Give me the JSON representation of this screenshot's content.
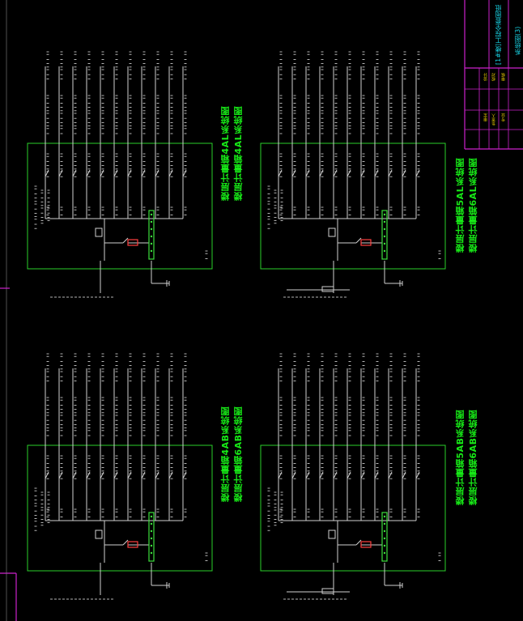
{
  "captions": {
    "tl_1": "楼层计量箱4AL系统图",
    "tl_2": "楼层计量箱4AL系统图",
    "tr_1": "楼层计量箱5AL系统图",
    "tr_2": "楼层计量箱6AL系统图",
    "bl_1": "楼层计量箱4AB系统图",
    "bl_2": "楼层计量箱6AB系统图",
    "br_1": "楼层计量箱5AB系统图",
    "br_2": "楼层计量箱6AB系统图"
  },
  "title_block": {
    "project": "[1#楼]工程全套图纸",
    "sheet": "系统图(3)",
    "cells": [
      "设计",
      "校对",
      "审核",
      "审定",
      "负责人",
      "专业"
    ]
  },
  "colors": {
    "frame": "#2ad12a",
    "wire": "#d0d0d0",
    "label": "#e0e0e0",
    "meter": "#ff4040",
    "busbar": "#3de03d",
    "border": "#cc22cc",
    "title_text": "#18d0e0",
    "titleblock_text": "#e6c800"
  }
}
